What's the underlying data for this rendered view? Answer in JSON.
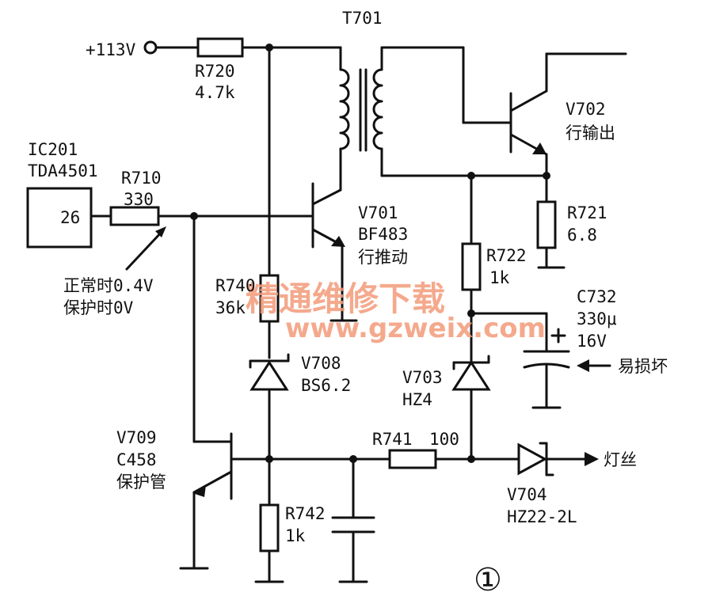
{
  "labels": {
    "t701": "T701",
    "v113": "+113V",
    "r720_name": "R720",
    "r720_val": "4.7k",
    "ic_name": "IC201",
    "ic_part": "TDA4501",
    "ic_pin": "26",
    "r710_name": "R710",
    "r710_val": "330",
    "v702_name": "V702",
    "v702_desc": "行输出",
    "v701_name": "V701",
    "v701_part": "BF483",
    "v701_desc": "行推动",
    "r721_name": "R721",
    "r721_val": "6.8",
    "r722_name": "R722",
    "r722_val": "1k",
    "r740_name": "R740",
    "r740_val": "36k",
    "note_normal": "正常时0.4V",
    "note_protect": "保护时0V",
    "c732_name": "C732",
    "c732_val": "330μ",
    "c732_volt": "16V",
    "c732_note": "易损坏",
    "v708_name": "V708",
    "v708_part": "BS6.2",
    "v703_name": "V703",
    "v703_part": "HZ4",
    "v709_name": "V709",
    "v709_part": "C458",
    "v709_desc": "保护管",
    "r741_name": "R741",
    "r741_val": "100",
    "filament": "灯丝",
    "v704_name": "V704",
    "v704_part": "HZ22-2L",
    "r742_name": "R742",
    "r742_val": "1k",
    "figure_no": "①",
    "watermark_cn": "精通维修下载",
    "watermark_url": "www.gzweix.com"
  },
  "colors": {
    "ink": "#111111",
    "watermark": "#f39b7a"
  }
}
